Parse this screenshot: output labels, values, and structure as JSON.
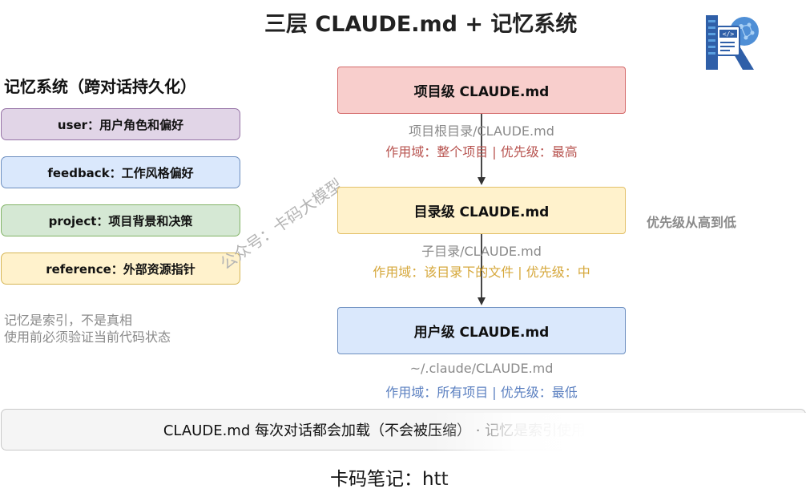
{
  "title": "三层 CLAUDE.md + 记忆系统",
  "memory": {
    "heading": "记忆系统（跨对话持久化）",
    "items": [
      {
        "label": "user：用户角色和偏好",
        "fill": "#e1d5e7",
        "border": "#9673a6"
      },
      {
        "label": "feedback：工作风格偏好",
        "fill": "#dae8fc",
        "border": "#6c8ebf"
      },
      {
        "label": "project：项目背景和决策",
        "fill": "#d5e8d4",
        "border": "#82b366"
      },
      {
        "label": "reference：外部资源指针",
        "fill": "#fff2cc",
        "border": "#d6b656"
      }
    ],
    "notes": [
      "记忆是索引，不是真相",
      "使用前必须验证当前代码状态"
    ]
  },
  "levels": [
    {
      "label": "项目级 CLAUDE.md",
      "path": "项目根目录/CLAUDE.md",
      "scope": "作用域：整个项目 | 优先级：最高",
      "fill": "#f8cecc",
      "border": "#d46a6a",
      "scope_color": "#b85450"
    },
    {
      "label": "目录级 CLAUDE.md",
      "path": "子目录/CLAUDE.md",
      "scope": "作用域：该目录下的文件 | 优先级：中",
      "fill": "#fff2cc",
      "border": "#e3c16a",
      "scope_color": "#d6a83c"
    },
    {
      "label": "用户级 CLAUDE.md",
      "path": "~/.claude/CLAUDE.md",
      "scope": "作用域：所有项目 | 优先级：最低",
      "fill": "#dae8fc",
      "border": "#6c8ebf",
      "scope_color": "#5a7fc0"
    }
  ],
  "priority_note": "优先级从高到低",
  "watermark": "公众号：卡码大模型",
  "bottom_bar": "CLAUDE.md 每次对话都会加载（不会被压缩） · 记忆是索引使用前需验证",
  "footer": "卡码笔记：htt",
  "colors": {
    "arrow": "#333333"
  }
}
